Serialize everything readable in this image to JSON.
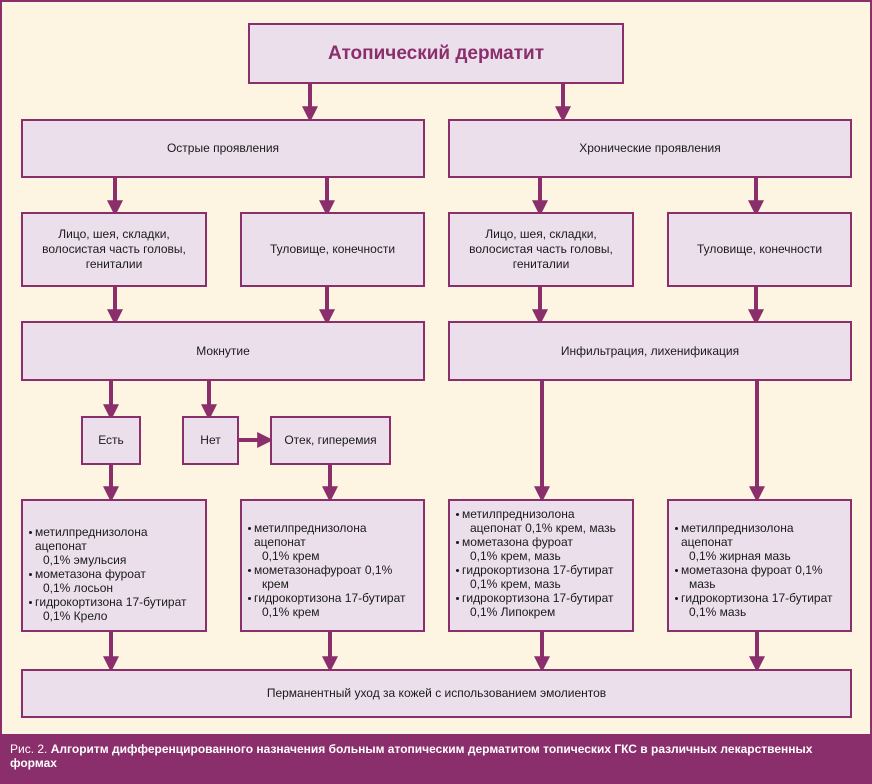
{
  "title": "Атопический дерматит",
  "acute": {
    "label": "Острые проявления",
    "face_region": "Лицо, шея, складки, волосистая часть головы, гениталии",
    "body_region": "Туловище, конечности",
    "weeping": "Мокнутие",
    "yes": "Есть",
    "no": "Нет",
    "edema": "Отек, гиперемия",
    "treatment_yes": [
      [
        "метилпреднизолона ацепонат",
        "0,1% эмульсия"
      ],
      [
        "мометазона фуроат",
        "0,1% лосьон"
      ],
      [
        "гидрокортизона 17-бутират",
        "0,1% Крело"
      ]
    ],
    "treatment_no": [
      [
        "метилпреднизолона ацепонат",
        "0,1% крем"
      ],
      [
        "мометазонафуроат 0,1%",
        "крем"
      ],
      [
        "гидрокортизона 17-бутират",
        "0,1% крем"
      ]
    ]
  },
  "chronic": {
    "label": "Хронические проявления",
    "face_region": "Лицо, шея, складки, волосистая часть головы, гениталии",
    "body_region": "Туловище, конечности",
    "infiltration": "Инфильтрация, лихенификация",
    "treatment_face": [
      [
        "метилпреднизолона",
        "ацепонат 0,1% крем, мазь"
      ],
      [
        "мометазона фуроат",
        "0,1% крем, мазь"
      ],
      [
        "гидрокортизона 17-бутират",
        "0,1% крем, мазь"
      ],
      [
        "гидрокортизона 17-бутират",
        "0,1% Липокрем"
      ]
    ],
    "treatment_body": [
      [
        "метилпреднизолона ацепонат",
        "0,1% жирная мазь"
      ],
      [
        "мометазона фуроат 0,1%",
        "мазь"
      ],
      [
        "гидрокортизона 17-бутират",
        "0,1% мазь"
      ]
    ]
  },
  "bottom": "Перманентный уход за кожей с использованием эмолиентов",
  "caption": {
    "figure": "Рис. 2.",
    "text": "Алгоритм дифференцированного назначения больным атопическим дерматитом топических ГКС в различных лекарственных формах"
  },
  "colors": {
    "border": "#8a2f6b",
    "box_fill": "#ecdfec",
    "background": "#fdf4e1",
    "caption_bg": "#8a2f6b"
  }
}
